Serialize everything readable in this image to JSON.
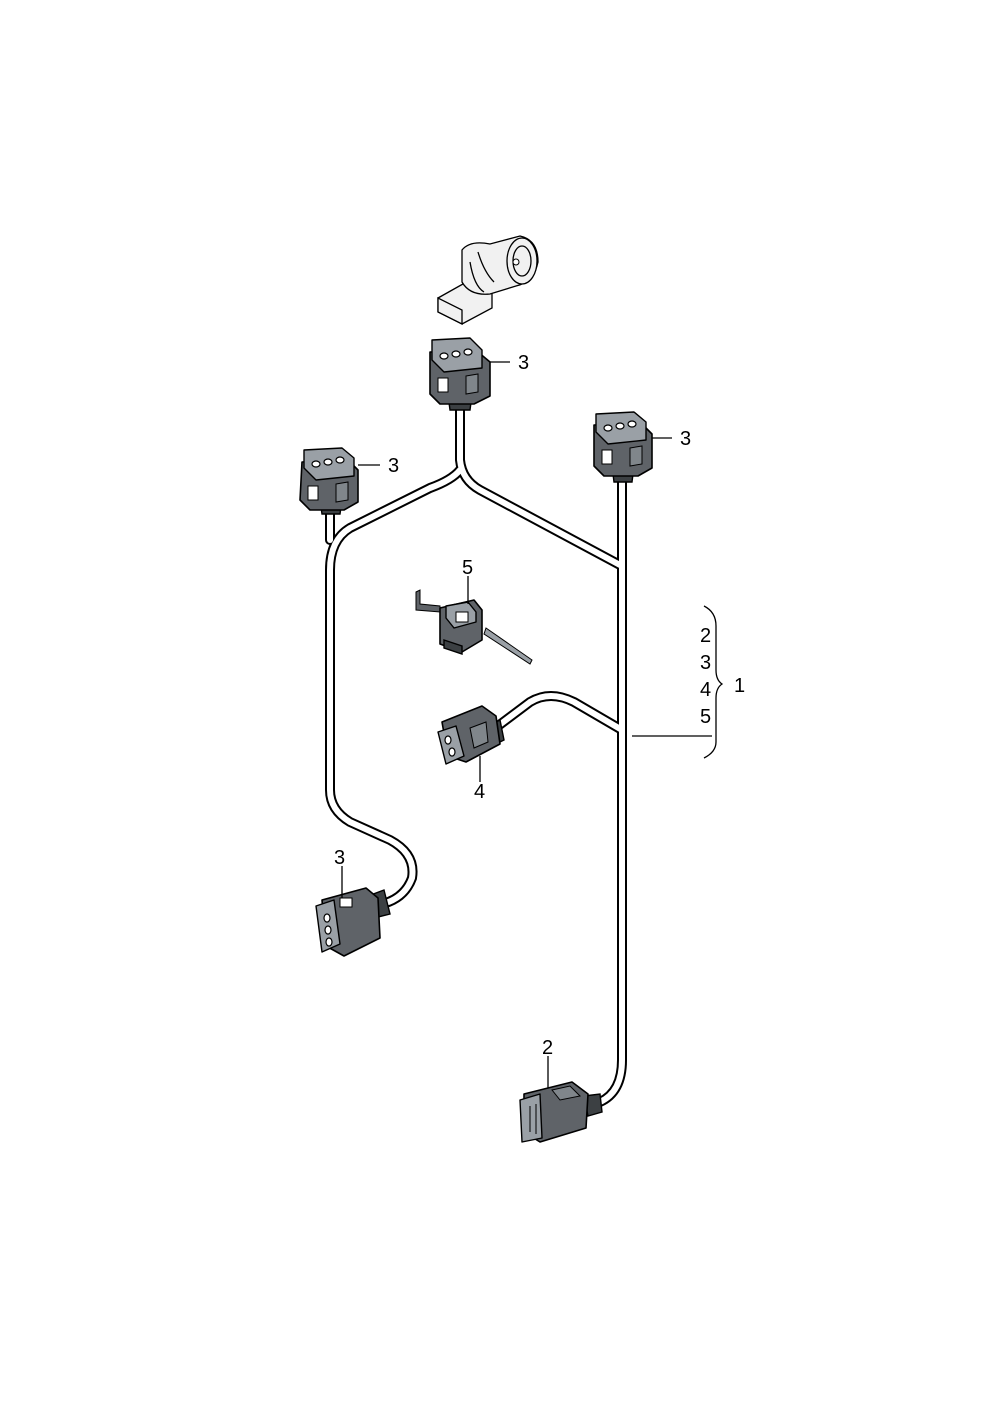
{
  "callouts": {
    "top_connector": "3",
    "right_connector": "3",
    "left_connector": "3",
    "lower_connector": "3",
    "clip": "5",
    "single_connector": "4",
    "control_plug": "2",
    "assembly": "1"
  },
  "bracket_list": [
    "2",
    "3",
    "4",
    "5"
  ]
}
